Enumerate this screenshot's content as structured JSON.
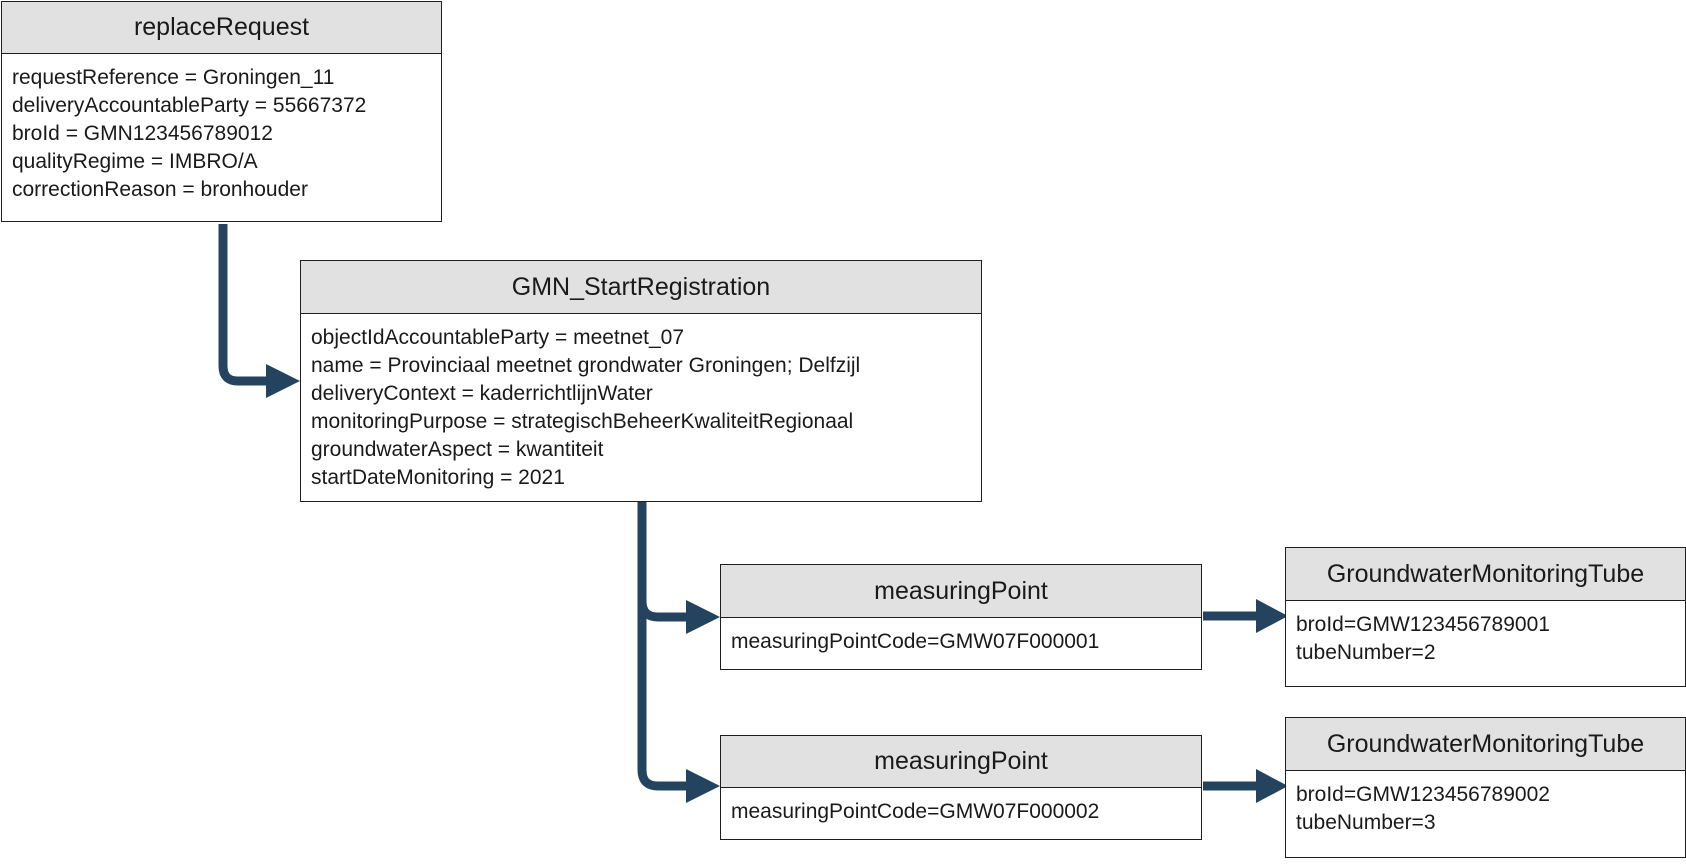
{
  "replace_request": {
    "title": "replaceRequest",
    "attributes": [
      "requestReference = Groningen_11",
      "deliveryAccountableParty = 55667372",
      "broId = GMN123456789012",
      "qualityRegime = IMBRO/A",
      "correctionReason = bronhouder"
    ]
  },
  "start_registration": {
    "title": "GMN_StartRegistration",
    "attributes": [
      "objectIdAccountableParty = meetnet_07",
      "name = Provinciaal meetnet grondwater Groningen; Delfzijl",
      "deliveryContext = kaderrichtlijnWater",
      "monitoringPurpose = strategischBeheerKwaliteitRegionaal",
      "groundwaterAspect = kwantiteit",
      "startDateMonitoring = 2021"
    ]
  },
  "measuring_points": [
    {
      "title": "measuringPoint",
      "attributes": [
        "measuringPointCode=GMW07F000001"
      ]
    },
    {
      "title": "measuringPoint",
      "attributes": [
        "measuringPointCode=GMW07F000002"
      ]
    }
  ],
  "monitoring_tubes": [
    {
      "title": "GroundwaterMonitoringTube",
      "attributes": [
        "broId=GMW123456789001",
        "tubeNumber=2"
      ]
    },
    {
      "title": "GroundwaterMonitoringTube",
      "attributes": [
        "broId=GMW123456789002",
        "tubeNumber=3"
      ]
    }
  ],
  "colors": {
    "connector": "#23435f",
    "header_fill": "#e1e1e1",
    "border": "#1f1f1f"
  }
}
